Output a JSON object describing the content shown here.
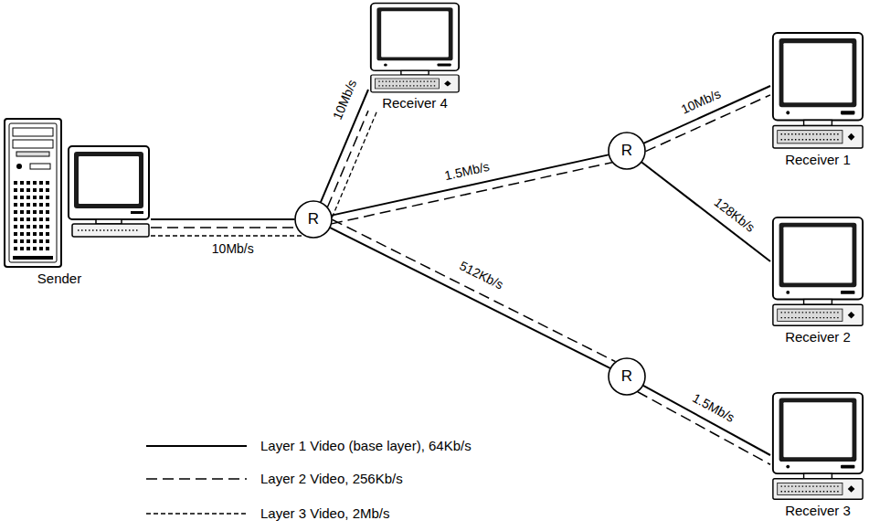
{
  "diagram": {
    "nodes": [
      {
        "text": [
          "Sender"
        ]
      },
      {
        "text": [
          "R"
        ]
      },
      {
        "text": [
          "Receiver 4"
        ]
      },
      {
        "text": [
          "R"
        ]
      },
      {
        "text": [
          "Receiver 1"
        ]
      },
      {
        "text": [
          "Receiver 2"
        ]
      },
      {
        "text": [
          "R"
        ]
      },
      {
        "text": [
          "Receiver 3"
        ]
      }
    ],
    "edges": [
      {
        "from": 0,
        "to": 1,
        "arrow": "none",
        "label": "10Mb/s"
      },
      {
        "from": 1,
        "to": 2,
        "arrow": "none",
        "label": "10Mb/s"
      },
      {
        "from": 1,
        "to": 3,
        "arrow": "none",
        "label": "1.5Mb/s"
      },
      {
        "from": 3,
        "to": 4,
        "arrow": "none",
        "label": "10Mb/s"
      },
      {
        "from": 3,
        "to": 5,
        "arrow": "none",
        "label": "128Kb/s"
      },
      {
        "from": 1,
        "to": 6,
        "arrow": "none",
        "label": "512Kb/s"
      },
      {
        "from": 6,
        "to": 7,
        "arrow": "none",
        "label": "1.5Mb/s"
      }
    ],
    "legend": [
      {
        "text": "Layer 1 Video (base layer), 64Kb/s"
      },
      {
        "text": "Layer 2 Video, 256Kb/s"
      },
      {
        "text": "Layer 3 Video, 2Mb/s"
      }
    ]
  }
}
